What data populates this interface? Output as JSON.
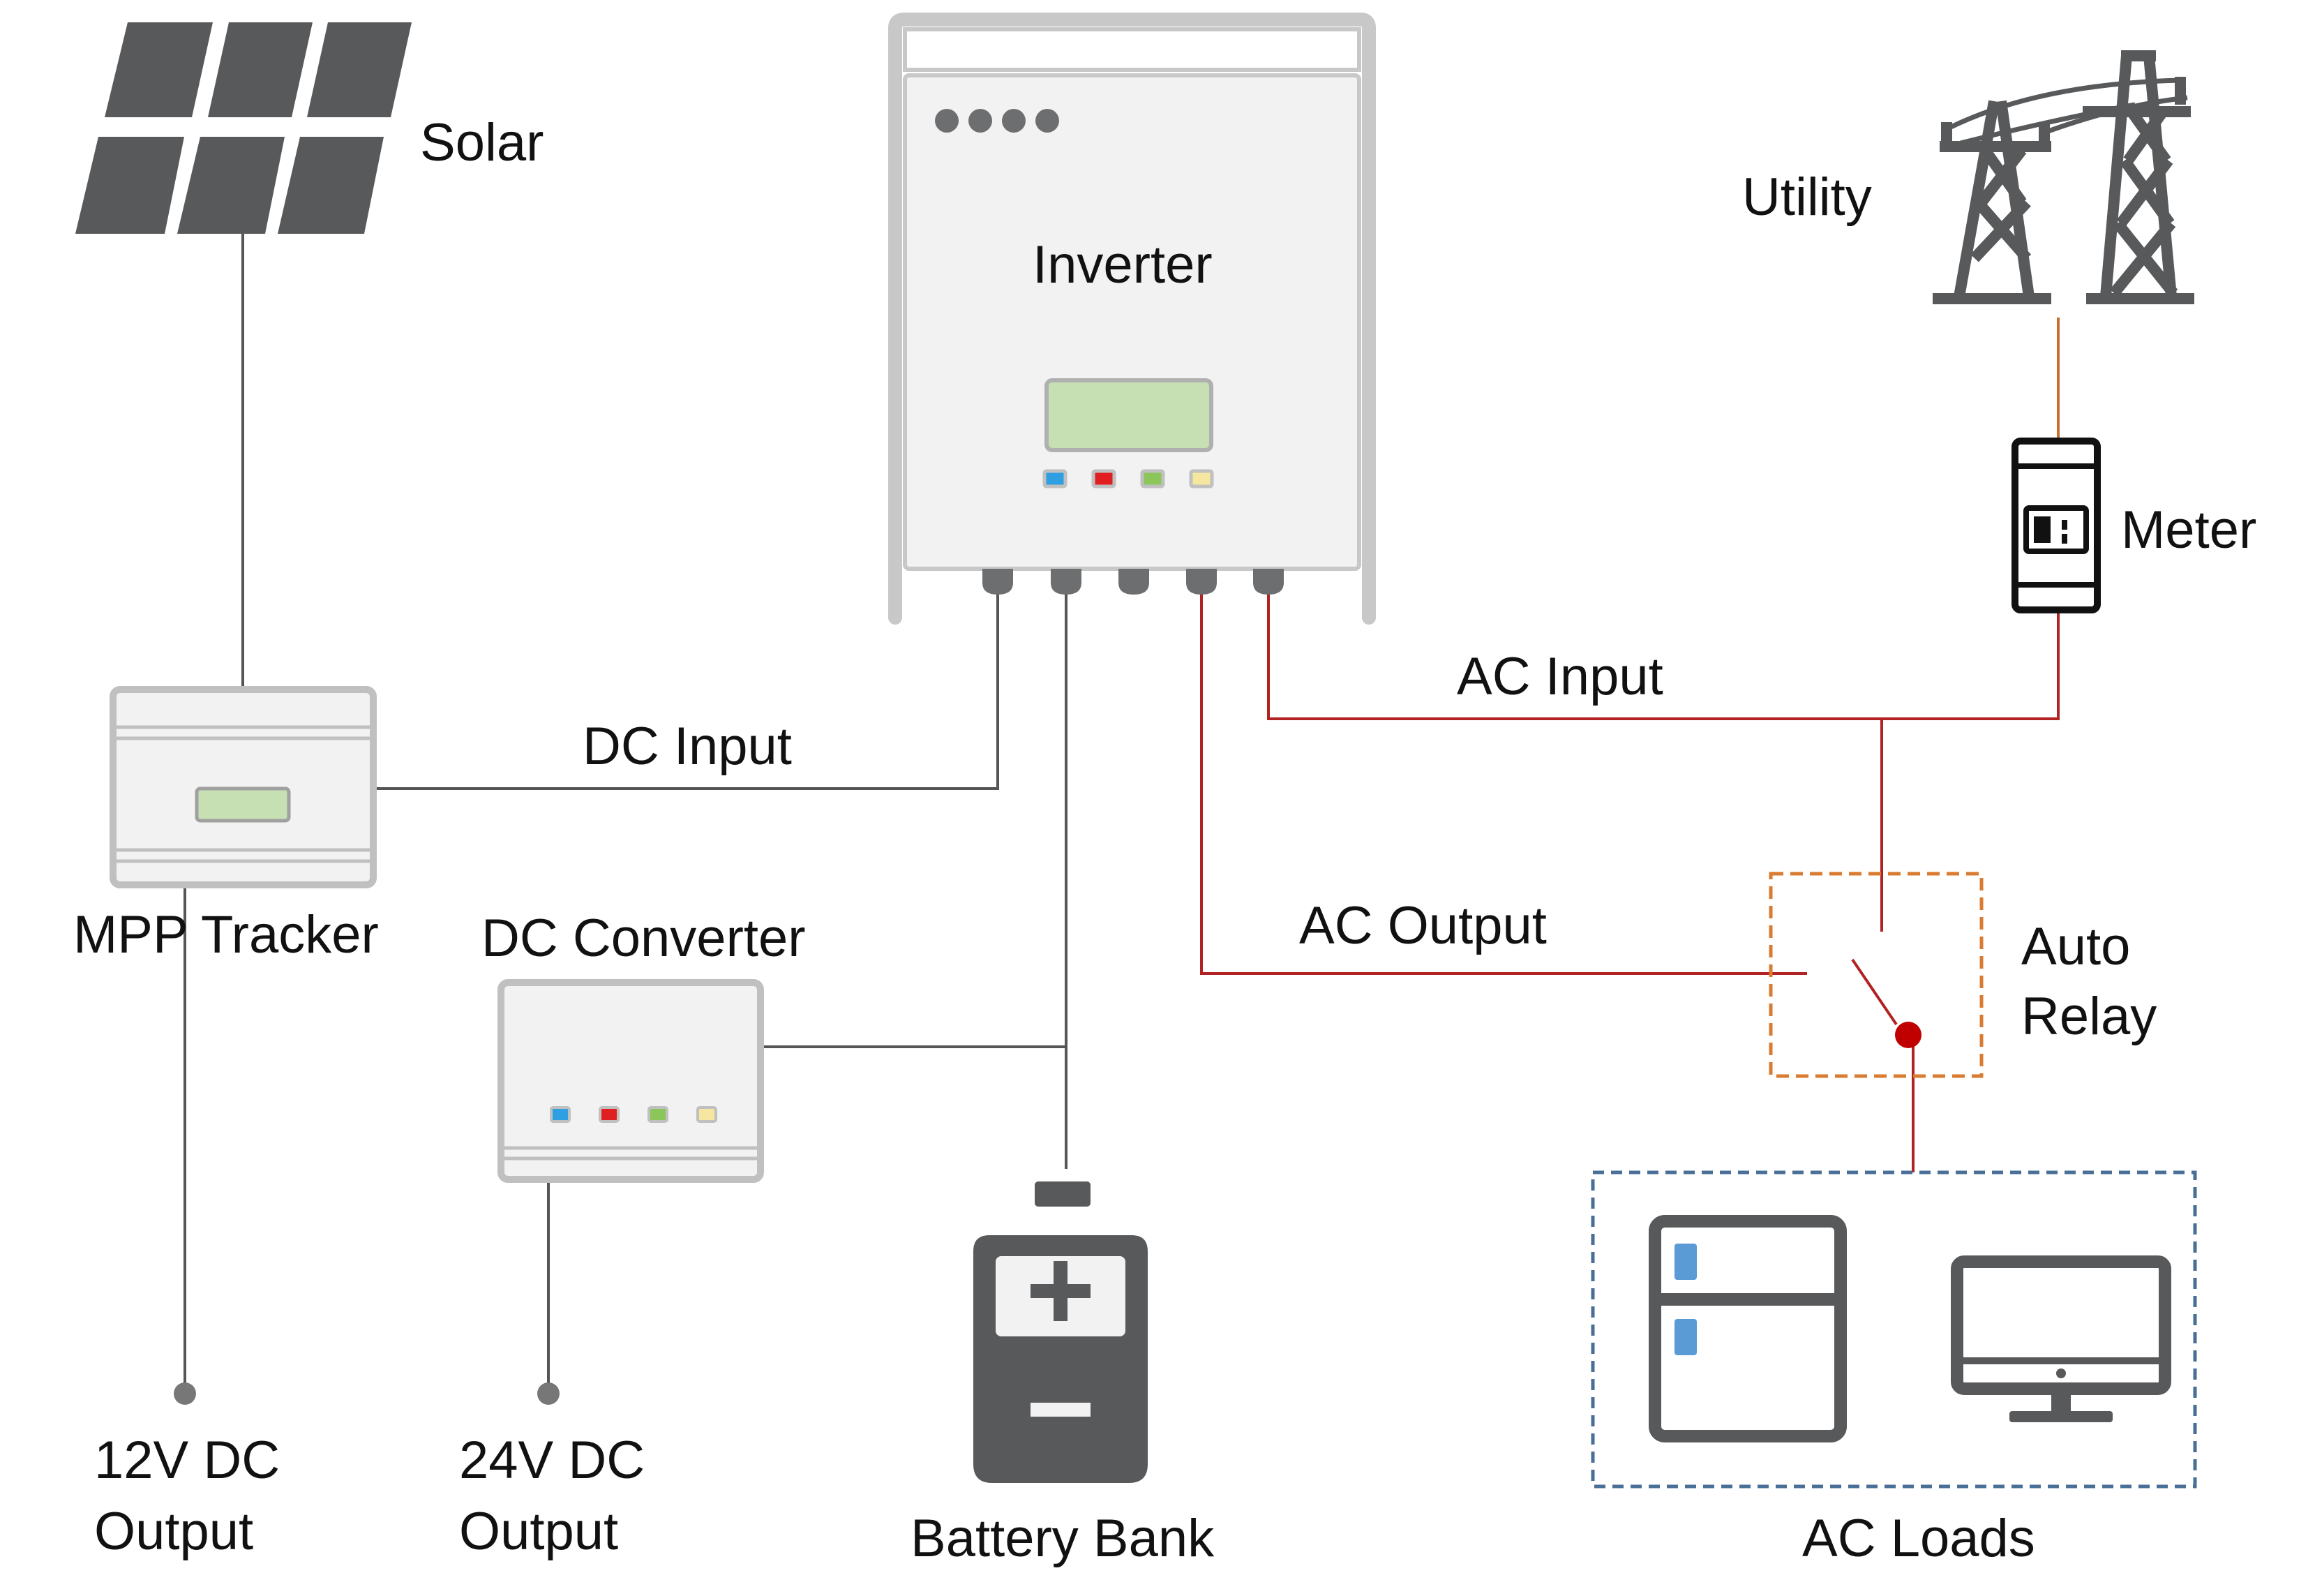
{
  "labels": {
    "solar": "Solar",
    "inverter": "Inverter",
    "utility": "Utility",
    "meter": "Meter",
    "mpp_tracker": "MPP Tracker",
    "dc_input": "DC Input",
    "ac_input": "AC Input",
    "dc_converter": "DC Converter",
    "ac_output": "AC Output",
    "auto_relay_line1": "Auto",
    "auto_relay_line2": "Relay",
    "output_12v_line1": "12V DC",
    "output_12v_line2": "Output",
    "output_24v_line1": "24V DC",
    "output_24v_line2": "Output",
    "battery_bank": "Battery Bank",
    "ac_loads": "AC Loads"
  },
  "colors": {
    "dc_wire": "#555555",
    "ac_wire": "#b22222",
    "meter_wire": "#c8702a",
    "device_body": "#f2f2f2",
    "device_border": "#c0c0c0",
    "icon_dark": "#58595b",
    "lcd_green": "#c6e0b4",
    "relay_border": "#d97b30",
    "loads_border": "#4a6f96",
    "led_blue": "#2e9fe0",
    "led_red": "#e02020",
    "led_green": "#8cc65a",
    "led_yellow": "#f5e6a0",
    "relay_dot": "#c00000"
  },
  "icons": [
    "solar-panel-icon",
    "utility-tower-icon",
    "meter-icon",
    "battery-icon",
    "refrigerator-icon",
    "monitor-icon"
  ]
}
